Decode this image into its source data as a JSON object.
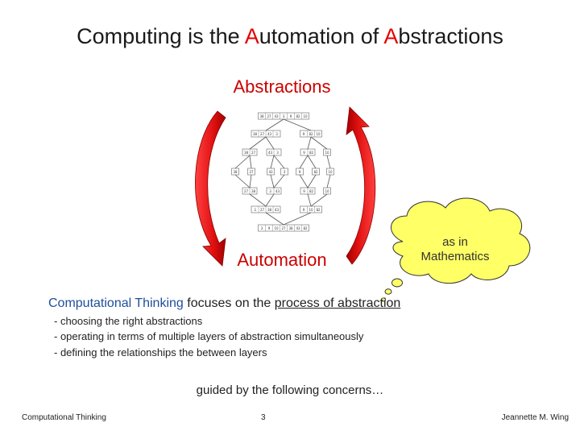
{
  "slide": {
    "title": {
      "parts": [
        "Computing is the ",
        "A",
        "utomation of ",
        "A",
        "bstractions"
      ]
    },
    "abstractions_label": "Abstractions",
    "automation_label": "Automation",
    "thought_bubble": {
      "line1": "as in",
      "line2": "Mathematics"
    },
    "ct_statement": {
      "term": "Computational Thinking",
      "mid": " focuses on the ",
      "underlined": "process of abstraction"
    },
    "bullets": [
      "- choosing the right abstractions",
      "- operating in terms of multiple layers of abstraction simultaneously",
      "- defining the relationships the between layers"
    ],
    "guided": "guided by the following concerns…",
    "footer": {
      "left": "Computational Thinking",
      "center": "3",
      "right": "Jeannette M. Wing"
    },
    "colors": {
      "accent_red": "#e60000",
      "blue_text": "#1f4e9c",
      "arrow_red": "#e01010",
      "cloud_fill": "#ffff66"
    },
    "merge_sort_tree": {
      "rows": [
        [
          [
            "38",
            "27",
            "43",
            "3",
            "9",
            "82",
            "10"
          ]
        ],
        [
          [
            "38",
            "27",
            "43",
            "3"
          ],
          [
            "9",
            "82",
            "10"
          ]
        ],
        [
          [
            "38",
            "27"
          ],
          [
            "43",
            "3"
          ],
          [
            "9",
            "82"
          ],
          [
            "10"
          ]
        ],
        [
          [
            "38"
          ],
          [
            "27"
          ],
          [
            "43"
          ],
          [
            "3"
          ],
          [
            "9"
          ],
          [
            "82"
          ],
          [
            "10"
          ]
        ],
        [
          [
            "27",
            "38"
          ],
          [
            "3",
            "43"
          ],
          [
            "9",
            "82"
          ],
          [
            "10"
          ]
        ],
        [
          [
            "3",
            "27",
            "38",
            "43"
          ],
          [
            "9",
            "10",
            "82"
          ]
        ],
        [
          [
            "3",
            "9",
            "10",
            "27",
            "38",
            "43",
            "82"
          ]
        ]
      ]
    }
  }
}
